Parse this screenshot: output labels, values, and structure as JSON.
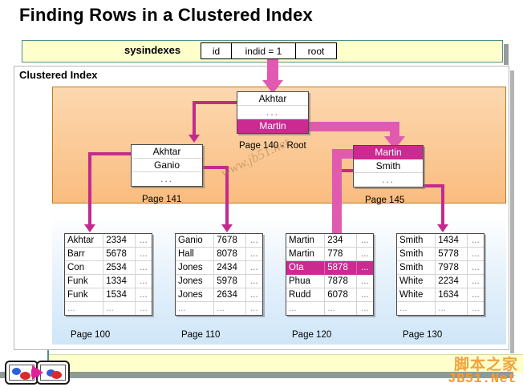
{
  "title": "Finding Rows in a Clustered Index",
  "sysindexes": {
    "label": "sysindexes",
    "columns": [
      "id",
      "indid = 1",
      "root"
    ]
  },
  "clustered_index_label": "Clustered Index",
  "index_nodes": [
    {
      "id": "root",
      "page_label": "Page 140 - Root",
      "rows": [
        {
          "text": "Akhtar",
          "highlighted": false
        },
        {
          "text": "...",
          "highlighted": false
        },
        {
          "text": "Martin",
          "highlighted": true
        }
      ]
    },
    {
      "id": "141",
      "page_label": "Page 141",
      "rows": [
        {
          "text": "Akhtar",
          "highlighted": false
        },
        {
          "text": "Ganio",
          "highlighted": false
        },
        {
          "text": "...",
          "highlighted": false
        }
      ]
    },
    {
      "id": "145",
      "page_label": "Page 145",
      "rows": [
        {
          "text": "Martin",
          "highlighted": true
        },
        {
          "text": "Smith",
          "highlighted": false
        },
        {
          "text": "...",
          "highlighted": false
        }
      ]
    }
  ],
  "leaf_pages": [
    {
      "id": "100",
      "page_label": "Page 100",
      "rows": [
        {
          "key": "Akhtar",
          "value": "2334",
          "more": "...",
          "highlighted": false
        },
        {
          "key": "Barr",
          "value": "5678",
          "more": "...",
          "highlighted": false
        },
        {
          "key": "Con",
          "value": "2534",
          "more": "...",
          "highlighted": false
        },
        {
          "key": "Funk",
          "value": "1334",
          "more": "...",
          "highlighted": false
        },
        {
          "key": "Funk",
          "value": "1534",
          "more": "...",
          "highlighted": false
        },
        {
          "key": "...",
          "value": "...",
          "more": "...",
          "highlighted": false
        }
      ]
    },
    {
      "id": "110",
      "page_label": "Page 110",
      "rows": [
        {
          "key": "Ganio",
          "value": "7678",
          "more": "...",
          "highlighted": false
        },
        {
          "key": "Hall",
          "value": "8078",
          "more": "...",
          "highlighted": false
        },
        {
          "key": "Jones",
          "value": "2434",
          "more": "...",
          "highlighted": false
        },
        {
          "key": "Jones",
          "value": "5978",
          "more": "...",
          "highlighted": false
        },
        {
          "key": "Jones",
          "value": "2634",
          "more": "...",
          "highlighted": false
        },
        {
          "key": "...",
          "value": "...",
          "more": "...",
          "highlighted": false
        }
      ]
    },
    {
      "id": "120",
      "page_label": "Page 120",
      "rows": [
        {
          "key": "Martin",
          "value": "234",
          "more": "...",
          "highlighted": false
        },
        {
          "key": "Martin",
          "value": "778",
          "more": "...",
          "highlighted": false
        },
        {
          "key": "Ota",
          "value": "5878",
          "more": "...",
          "highlighted": true
        },
        {
          "key": "Phua",
          "value": "7878",
          "more": "...",
          "highlighted": false
        },
        {
          "key": "Rudd",
          "value": "6078",
          "more": "...",
          "highlighted": false
        },
        {
          "key": "...",
          "value": "...",
          "more": "...",
          "highlighted": false
        }
      ]
    },
    {
      "id": "130",
      "page_label": "Page 130",
      "rows": [
        {
          "key": "Smith",
          "value": "1434",
          "more": "...",
          "highlighted": false
        },
        {
          "key": "Smith",
          "value": "5778",
          "more": "...",
          "highlighted": false
        },
        {
          "key": "Smith",
          "value": "7978",
          "more": "...",
          "highlighted": false
        },
        {
          "key": "White",
          "value": "2234",
          "more": "...",
          "highlighted": false
        },
        {
          "key": "White",
          "value": "1634",
          "more": "...",
          "highlighted": false
        },
        {
          "key": "...",
          "value": "...",
          "more": "...",
          "highlighted": false
        }
      ]
    }
  ],
  "watermarks": {
    "diagonal": "www.jb51.net",
    "cn": "脚本之家",
    "en": "JB51.Net"
  },
  "colors": {
    "highlight": "#cc2a91",
    "connector": "#c42a8d",
    "connector_light": "#e05bb0",
    "orange_panel": "#fbc995",
    "blue_panel": "#cfe6f8",
    "sysbar": "#ffffcc",
    "watermark_orange": "#f0a33a"
  }
}
